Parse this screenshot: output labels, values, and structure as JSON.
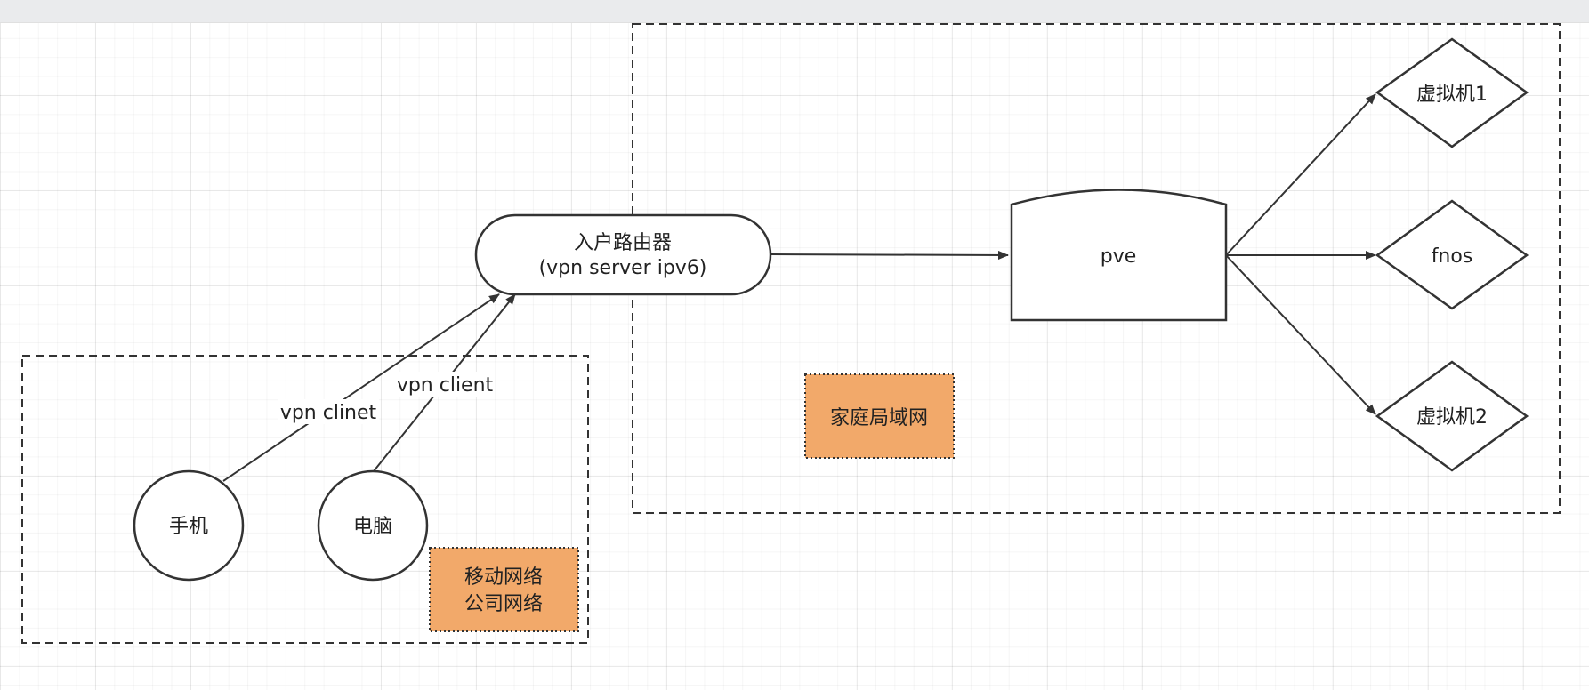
{
  "nodes": {
    "router": {
      "line1": "入户路由器",
      "line2": "(vpn server ipv6)"
    },
    "pve": {
      "label": "pve"
    },
    "vm1": {
      "label": "虚拟机1"
    },
    "fnos": {
      "label": "fnos"
    },
    "vm2": {
      "label": "虚拟机2"
    },
    "phone": {
      "label": "手机"
    },
    "computer": {
      "label": "电脑"
    }
  },
  "notes": {
    "home_lan": {
      "label": "家庭局域网"
    },
    "mobile": {
      "line1": "移动网络",
      "line2": "公司网络"
    }
  },
  "edges": {
    "phone_router": {
      "label": "vpn clinet"
    },
    "computer_router": {
      "label": "vpn client"
    }
  },
  "colors": {
    "stroke": "#333333",
    "note_fill": "#f2a96a",
    "canvas_top_bar": "#eaebed"
  }
}
